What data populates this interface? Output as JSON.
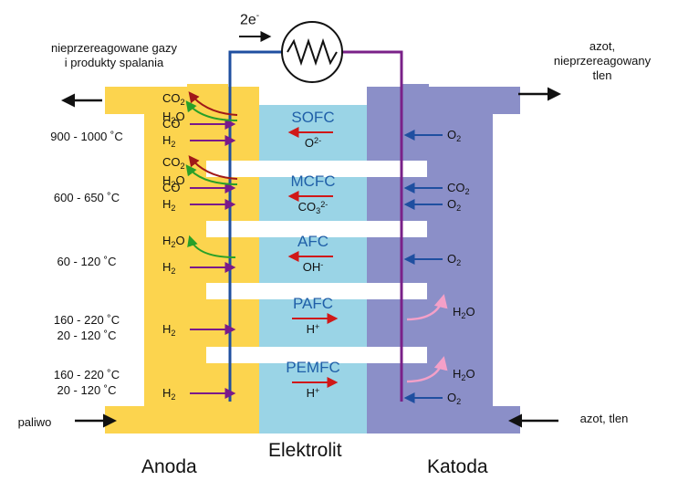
{
  "circuit": {
    "electron_label": "2e",
    "electron_sup": "-"
  },
  "labels": {
    "anode_out": [
      "nieprzereagowane gazy",
      "i produkty spalania"
    ],
    "cathode_out": [
      "azot,",
      "nieprzereagowany",
      "tlen"
    ],
    "fuel_in": "paliwo",
    "air_in": "azot, tlen"
  },
  "bottom": {
    "anode": "Anoda",
    "electrolyte": "Elektrolit",
    "cathode": "Katoda"
  },
  "temps": [
    [
      "900 - 1000 ˚C"
    ],
    [
      "600 - 650 ˚C"
    ],
    [
      "60 - 120 ˚C"
    ],
    [
      "160 - 220 ˚C",
      "20 - 120 ˚C"
    ],
    [
      "160 - 220 ˚C",
      "20 - 120 ˚C"
    ]
  ],
  "cells": [
    {
      "name": "SOFC",
      "ion": "O",
      "ion_sub": "",
      "ion_sup": "2-",
      "ion_dir": "left",
      "anode_in": [
        [
          "CO",
          ""
        ],
        [
          "H",
          "2"
        ]
      ],
      "anode_out": [
        [
          "CO",
          "2"
        ],
        [
          "H",
          "2",
          "O"
        ]
      ],
      "cathode_in": [
        [
          "O",
          "2"
        ]
      ],
      "cathode_out": []
    },
    {
      "name": "MCFC",
      "ion": "CO",
      "ion_sub": "3",
      "ion_sup": "2-",
      "ion_dir": "left",
      "anode_in": [
        [
          "CO",
          ""
        ],
        [
          "H",
          "2"
        ]
      ],
      "anode_out": [
        [
          "CO",
          "2"
        ],
        [
          "H",
          "2",
          "O"
        ]
      ],
      "cathode_in": [
        [
          "CO",
          "2"
        ],
        [
          "O",
          "2"
        ]
      ],
      "cathode_out": []
    },
    {
      "name": "AFC",
      "ion": "OH",
      "ion_sub": "",
      "ion_sup": "-",
      "ion_dir": "left",
      "anode_in": [
        [
          "H",
          "2"
        ]
      ],
      "anode_out": [
        [
          "H",
          "2",
          "O"
        ]
      ],
      "cathode_in": [
        [
          "O",
          "2"
        ]
      ],
      "cathode_out": []
    },
    {
      "name": "PAFC",
      "ion": "H",
      "ion_sub": "",
      "ion_sup": "+",
      "ion_dir": "right",
      "anode_in": [
        [
          "H",
          "2"
        ]
      ],
      "anode_out": [],
      "cathode_in": [],
      "cathode_out": [
        [
          "H",
          "2",
          "O"
        ]
      ]
    },
    {
      "name": "PEMFC",
      "ion": "H",
      "ion_sub": "",
      "ion_sup": "+",
      "ion_dir": "right",
      "anode_in": [
        [
          "H",
          "2"
        ]
      ],
      "anode_out": [],
      "cathode_in": [
        [
          "O",
          "2"
        ]
      ],
      "cathode_out": [
        [
          "H",
          "2",
          "O"
        ]
      ]
    }
  ],
  "colors": {
    "anode": "#fcd44e",
    "electrolyte": "#9ad4e6",
    "cathode": "#8b8fc8",
    "blue_wire": "#1f4fa0",
    "purple_wire": "#7a2188",
    "arrow_in": "#7a1a8a",
    "arrow_co2": "#a01818",
    "arrow_h2o": "#28a028",
    "arrow_ion": "#d01818",
    "arrow_o2": "#1f4fa0",
    "arrow_cath_h2o": "#f4a0c8",
    "cell_label": "#1f5fa8",
    "text": "#111111"
  }
}
